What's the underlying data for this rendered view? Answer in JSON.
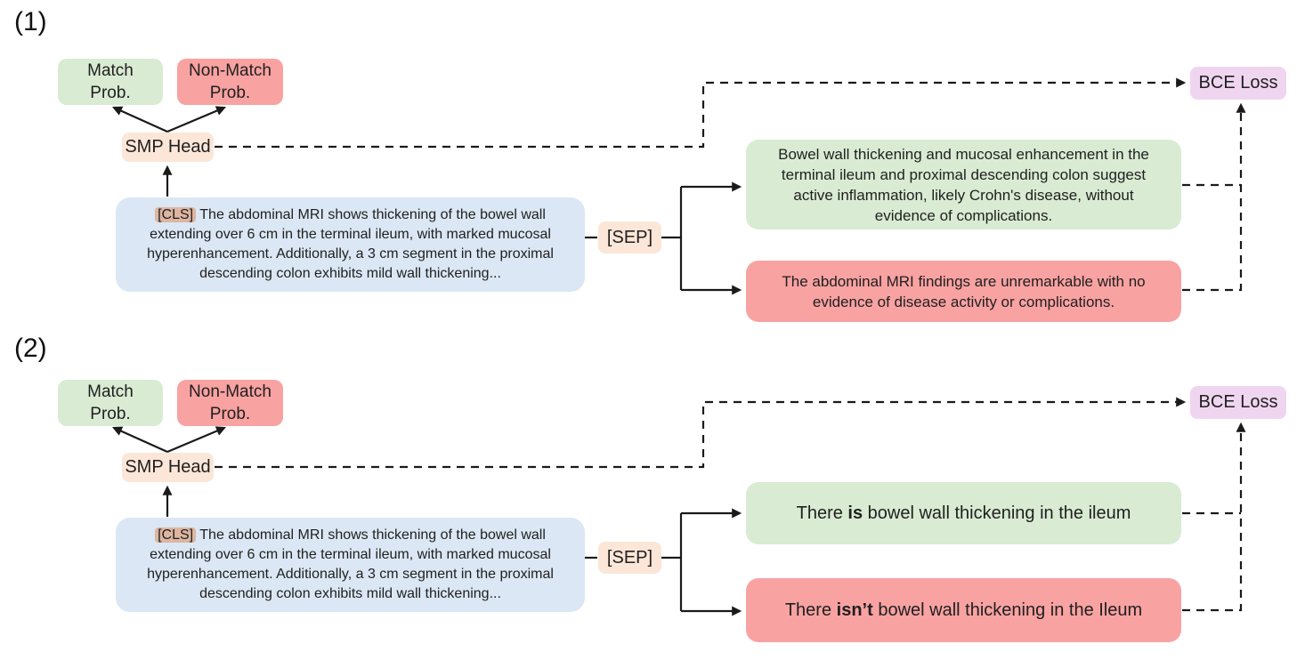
{
  "figure": {
    "description": "Two-panel SMP (sentence match prediction) training diagram",
    "colors": {
      "match_green": "#d9ebd3",
      "non_match_red": "#f9a2a2",
      "report_blue": "#dbe7f4",
      "token_peach": "#fce6d8",
      "cls_tan": "#ddb5a0",
      "bce_purple": "#f0d5f0",
      "line_black": "#1a1a1a"
    }
  },
  "panels": [
    {
      "label": "(1)",
      "match_prob_label": "Match\nProb.",
      "non_match_prob_label": "Non-Match\nProb.",
      "smp_head_label": "SMP Head",
      "cls_token": "[CLS]",
      "report_text": "The abdominal MRI shows thickening of the bowel wall extending over 6 cm in the terminal ileum, with marked mucosal hyperenhancement. Additionally, a 3 cm segment in the proximal descending colon exhibits mild wall thickening...",
      "sep_token": "[SEP]",
      "match_sentence": {
        "pre": "Bowel wall thickening and mucosal enhancement in the terminal ileum and proximal descending colon suggest active inflammation, likely Crohn's disease, without evidence of complications.",
        "bold": "",
        "post": ""
      },
      "non_match_sentence": {
        "pre": "The abdominal MRI findings are unremarkable with no evidence of disease activity or complications.",
        "bold": "",
        "post": ""
      },
      "bce_loss_label": "BCE Loss"
    },
    {
      "label": "(2)",
      "match_prob_label": "Match\nProb.",
      "non_match_prob_label": "Non-Match\nProb.",
      "smp_head_label": "SMP Head",
      "cls_token": "[CLS]",
      "report_text": "The abdominal MRI shows thickening of the bowel wall extending over 6 cm in the terminal ileum, with marked mucosal hyperenhancement. Additionally, a 3 cm segment in the proximal descending colon exhibits mild wall thickening...",
      "sep_token": "[SEP]",
      "match_sentence": {
        "pre": "There ",
        "bold": "is",
        "post": " bowel wall thickening in the ileum"
      },
      "non_match_sentence": {
        "pre": "There ",
        "bold": "isn’t",
        "post": " bowel wall thickening in the Ileum"
      },
      "bce_loss_label": "BCE Loss"
    }
  ]
}
